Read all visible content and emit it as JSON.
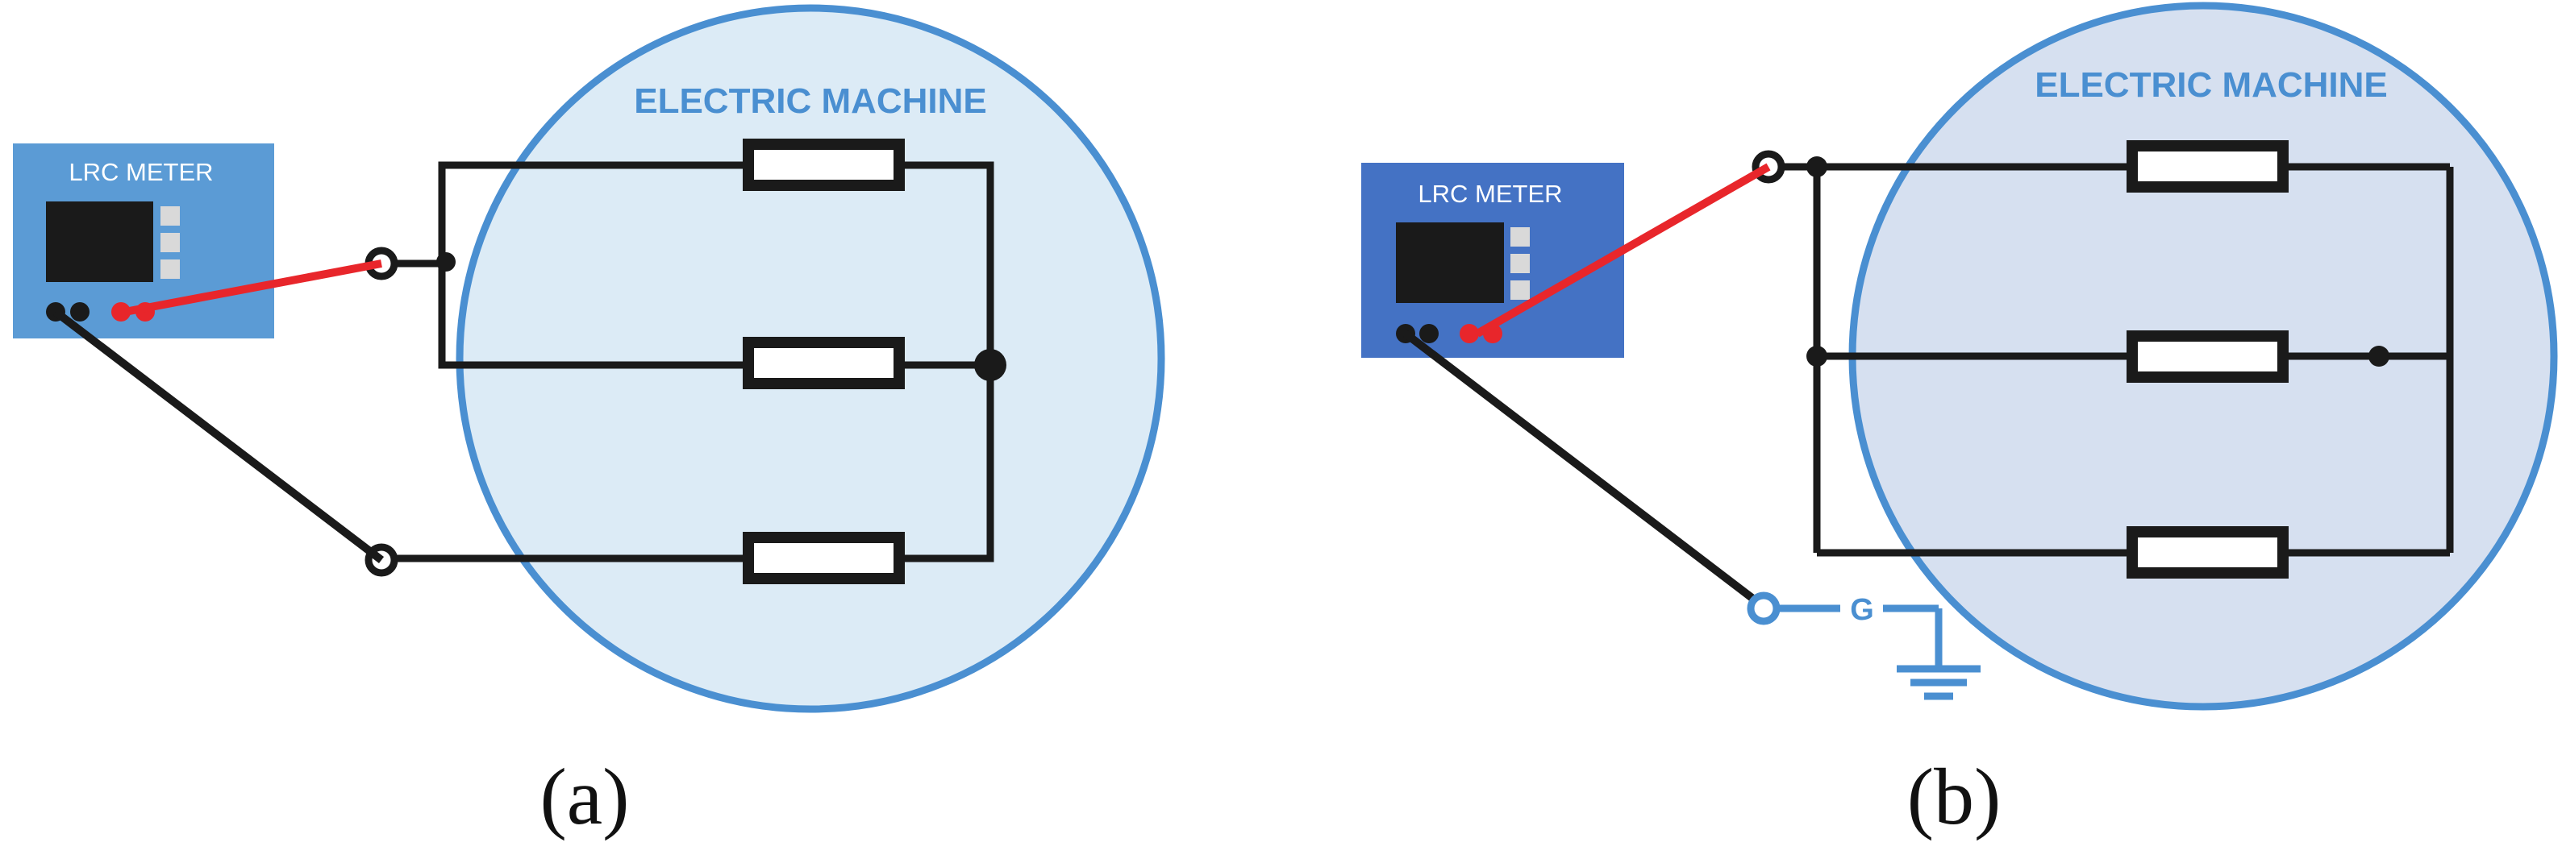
{
  "panels": [
    {
      "caption": "(a)",
      "machine_label": "ELECTRIC MACHINE",
      "meter_label": "LRC METER",
      "colors": {
        "meter_body": "#5b9bd5",
        "machine_fill": "#dcebf6",
        "machine_stroke": "#4a8fd1",
        "probe_red": "#e8262b",
        "wire_black": "#1a1a1a"
      }
    },
    {
      "caption": "(b)",
      "machine_label": "ELECTRIC MACHINE",
      "meter_label": "LRC METER",
      "ground_label": "G",
      "colors": {
        "meter_body": "#4472c4",
        "machine_fill": "#d6e0f0",
        "machine_stroke": "#4a8fd1",
        "probe_red": "#e8262b",
        "wire_black": "#1a1a1a",
        "ground": "#4a8fd1"
      }
    }
  ]
}
